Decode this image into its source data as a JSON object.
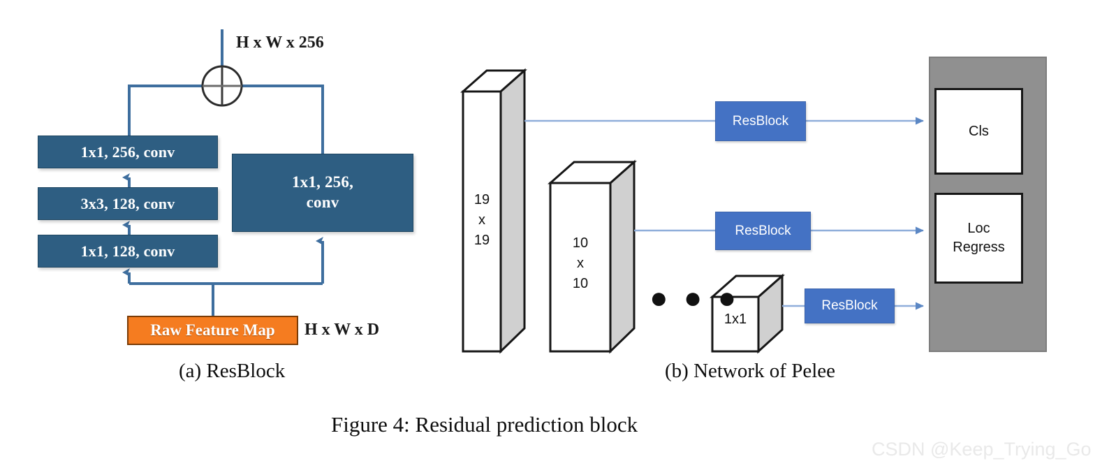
{
  "figure": {
    "caption": "Figure 4: Residual prediction block",
    "subcaption_a": "(a) ResBlock",
    "subcaption_b": "(b) Network of Pelee",
    "watermark": "CSDN @Keep_Trying_Go"
  },
  "colors": {
    "conv_box": "#2E5E82",
    "raw_feature_box": "#F57C20",
    "resblock_box": "#4472C4",
    "connector_line": "#3E6E9E",
    "arrow_line": "#7FA3D0",
    "panel_gray": "#909090",
    "cube_side_gray": "#D0D0D0",
    "cube_outline": "#161616"
  },
  "panel_a": {
    "output_label": "H x W x 256",
    "input_label": "H x W x D",
    "sum_node": "plus-circle",
    "boxes": [
      {
        "id": "conv_1x1_256_left",
        "label": "1x1, 256, conv"
      },
      {
        "id": "conv_3x3_128",
        "label": "3x3, 128,  conv"
      },
      {
        "id": "conv_1x1_128",
        "label": "1x1, 128, conv"
      },
      {
        "id": "conv_1x1_256_right",
        "label": "1x1, 256,\nconv"
      }
    ],
    "raw_feature_map": "Raw Feature Map"
  },
  "panel_b": {
    "feature_maps": [
      {
        "id": "fm_19",
        "label": "19\nx\n19"
      },
      {
        "id": "fm_10",
        "label": "10\nx\n10"
      },
      {
        "id": "fm_1",
        "label": "1x1"
      }
    ],
    "ellipsis": "● ● ●",
    "resblocks": [
      {
        "id": "resblock_1",
        "label": "ResBlock"
      },
      {
        "id": "resblock_2",
        "label": "ResBlock"
      },
      {
        "id": "resblock_3",
        "label": "ResBlock"
      }
    ],
    "heads": [
      {
        "id": "head_cls",
        "label": "Cls"
      },
      {
        "id": "head_loc",
        "label": "Loc\nRegress"
      }
    ]
  }
}
